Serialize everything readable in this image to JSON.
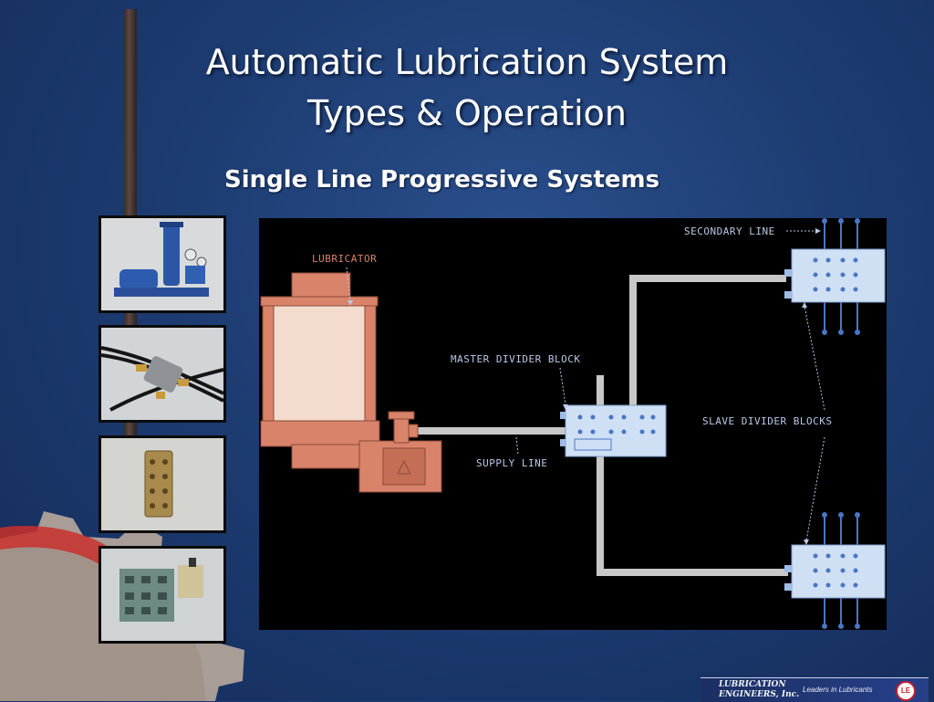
{
  "slide": {
    "title_line1": "Automatic Lubrication System",
    "title_line2": "Types & Operation",
    "subtitle": "Single Line Progressive Systems"
  },
  "diagram": {
    "labels": {
      "lubricator": "LUBRICATOR",
      "secondary_line": "SECONDARY LINE",
      "master_divider_block": "MASTER DIVIDER BLOCK",
      "slave_divider_blocks": "SLAVE DIVIDER BLOCKS",
      "supply_line": "SUPPLY LINE"
    },
    "colors": {
      "lubricator": "#d9836b",
      "divider_blocks": "#cfe0f5",
      "lines": "#c8c8c8",
      "label_text": "#b8c8e8"
    }
  },
  "photos": [
    {
      "icon": "pump-unit-photo"
    },
    {
      "icon": "divider-valve-with-tubing-photo"
    },
    {
      "icon": "brass-divider-block-photo"
    },
    {
      "icon": "grey-divider-assembly-photo"
    }
  ],
  "footer": {
    "brand_line1": "LUBRICATION",
    "brand_line2": "ENGINEERS, Inc.",
    "tagline": "Leaders in Lubricants",
    "logo_text": "LE"
  }
}
